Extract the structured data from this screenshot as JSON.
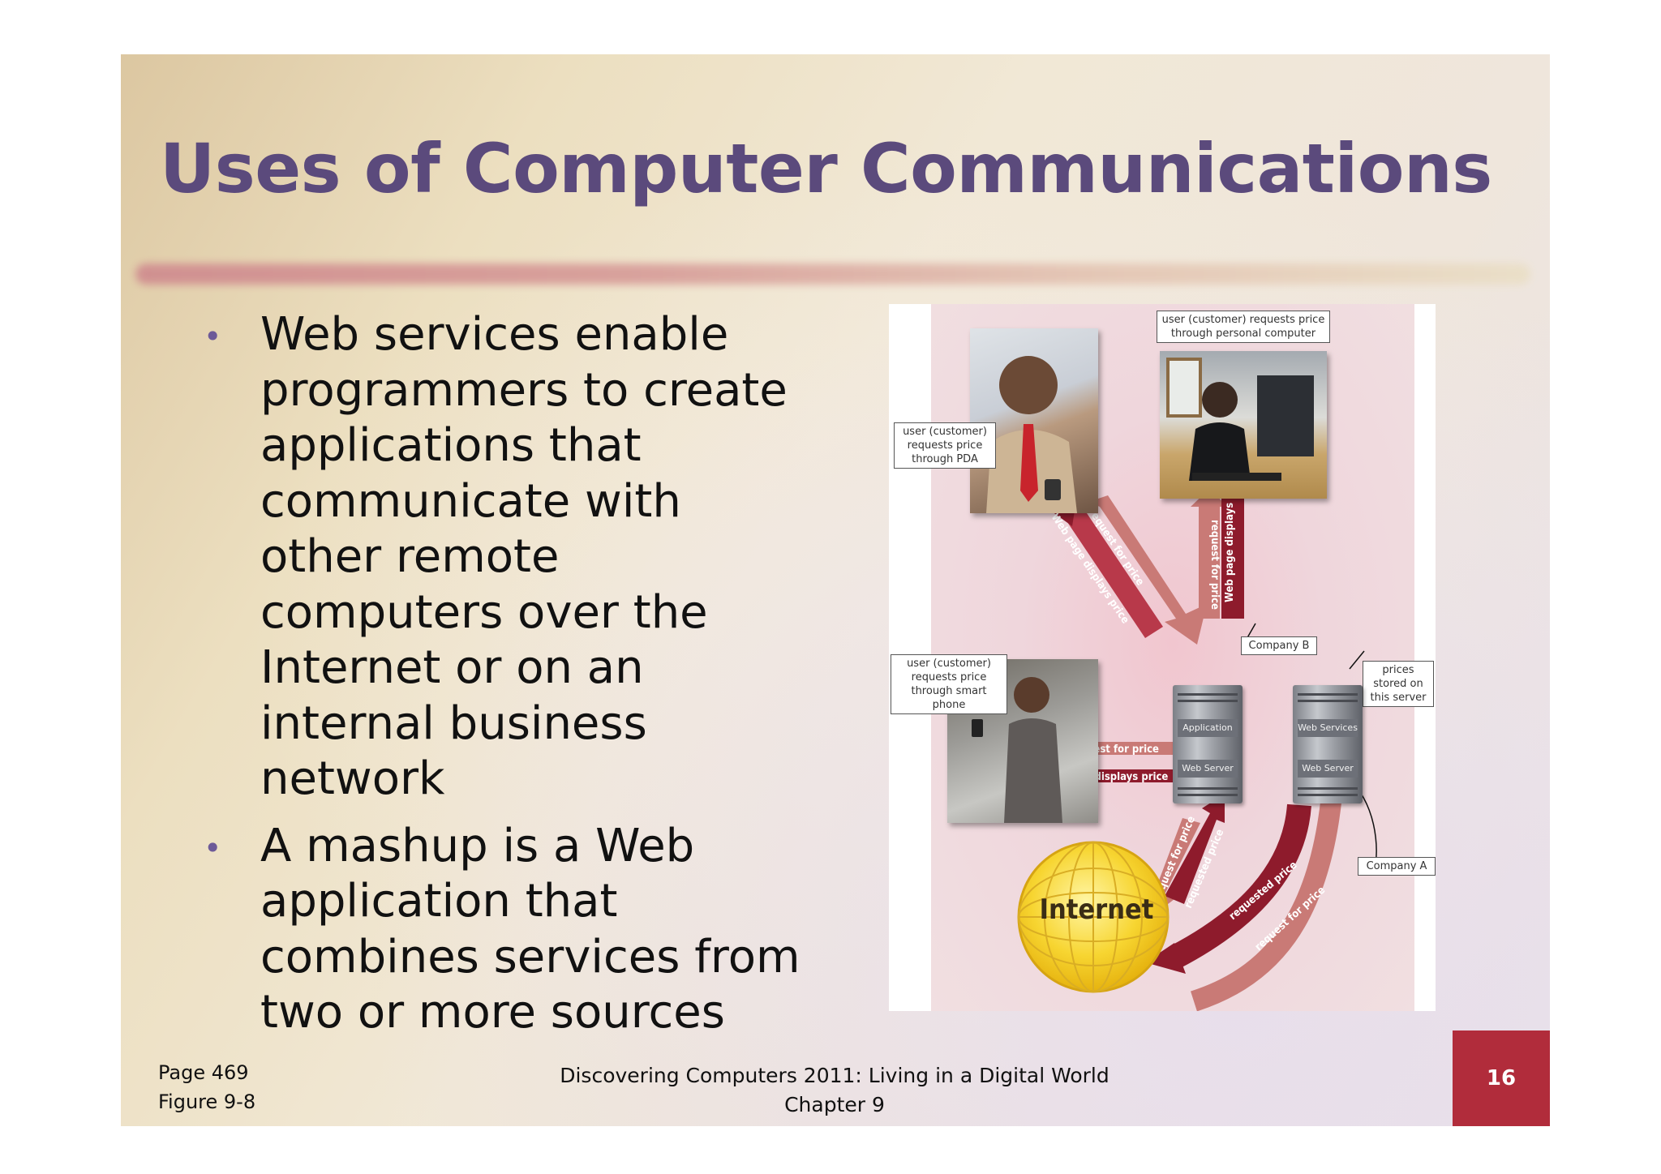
{
  "slide": {
    "title": "Uses of Computer Communications",
    "bullets": [
      "Web services enable programmers to create applications that communicate with other remote computers over the Internet or on an internal business network",
      "A mashup is a Web application that combines services from two or more sources"
    ],
    "colors": {
      "title": "#5b4a7c",
      "accent_bullet": "#6d5a98",
      "page_badge": "#b12c3b"
    }
  },
  "figure": {
    "labels": {
      "pda_user_lines": [
        "user (customer)",
        "requests price",
        "through PDA"
      ],
      "pc_user_lines": [
        "user (customer) requests price",
        "through personal computer"
      ],
      "phone_user_lines": [
        "user (customer)",
        "requests price",
        "through smart phone"
      ],
      "company_b": "Company B",
      "company_a": "Company A",
      "prices_stored_lines": [
        "prices",
        "stored on",
        "this server"
      ],
      "internet": "Internet"
    },
    "server_b": {
      "top": "Application",
      "bottom": "Web Server"
    },
    "server_a": {
      "top": "Web Services",
      "bottom": "Web Server"
    },
    "arrows": {
      "request_for_price": "request for price",
      "web_page_displays_price": "Web page displays price",
      "requested_price": "requested price"
    }
  },
  "footer": {
    "page_ref": "Page 469",
    "figure_ref": "Figure 9-8",
    "book": "Discovering Computers 2011: Living in a Digital World",
    "chapter": "Chapter 9",
    "page_number": "16"
  }
}
